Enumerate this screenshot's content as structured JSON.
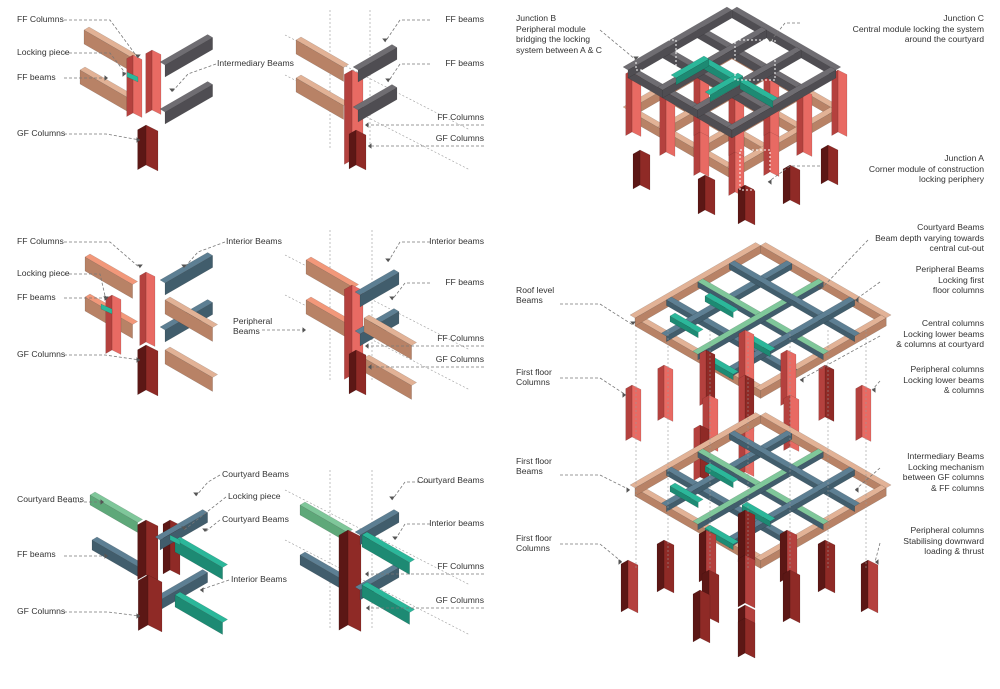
{
  "colors": {
    "ff_beam": "#e2b296",
    "ff_beam_side": "#b88266",
    "grey_beam": "#6f6d72",
    "grey_beam_side": "#4f4d52",
    "column_red": "#e86a63",
    "column_side": "#b4413e",
    "gf_column": "#8f2a26",
    "gf_column_side": "#5c1715",
    "interior_blue": "#5d7f93",
    "interior_blue_side": "#415d6c",
    "peripheral_orange": "#f2987a",
    "courtyard_green": "#7fc79a",
    "teal": "#2bb79a",
    "teal_side": "#1d8a73",
    "leader": "#777777"
  },
  "labels": {
    "p1_ff_columns": "FF Columns",
    "p1_locking_piece": "Locking piece",
    "p1_ff_beams": "FF beams",
    "p1_gf_columns": "GF Columns",
    "p1_intermediary_beams": "Intermediary Beams",
    "p2_ff_beams_top": "FF beams",
    "p2_ff_beams_mid": "FF beams",
    "p2_ff_columns": "FF Columns",
    "p2_gf_columns": "GF Columns",
    "p3_ff_columns": "FF Columns",
    "p3_locking_piece": "Locking piece",
    "p3_ff_beams": "FF beams",
    "p3_gf_columns": "GF Columns",
    "p3_interior_beams": "Interior Beams",
    "p4_interior_beams": "Interior beams",
    "p4_peripheral_beams": "Peripheral\nBeams",
    "p4_ff_beams": "FF beams",
    "p4_ff_columns": "FF Columns",
    "p4_gf_columns": "GF Columns",
    "p5_courtyard_beams": "Courtyard Beams",
    "p5_ff_beams": "FF beams",
    "p5_gf_columns": "GF Columns",
    "p5_courtyard_beams_top": "Courtyard Beams",
    "p5_locking_piece": "Locking piece",
    "p5_courtyard_beams_mid": "Courtyard Beams",
    "p5_interior_beams": "Interior Beams",
    "p6_courtyard_beams": "Courtyard Beams",
    "p6_interior_beams": "Interior beams",
    "p6_ff_columns": "FF Columns",
    "p6_gf_columns": "GF Columns",
    "junction_b_title": "Junction B",
    "junction_b_desc": "Peripheral module\nbridging the locking\nsystem between A & C",
    "junction_c_title": "Junction C",
    "junction_c_desc": "Central module locking the system\naround the courtyard",
    "junction_a_title": "Junction A",
    "junction_a_desc": "Corner module of construction\nlocking periphery",
    "roof_level_beams": "Roof level\nBeams",
    "first_floor_columns_1": "First floor\nColumns",
    "first_floor_beams": "First floor\nBeams",
    "first_floor_columns_2": "First floor\nColumns",
    "courtyard_beams_title": "Courtyard Beams",
    "courtyard_beams_desc": "Beam depth varying towards\ncentral cut-out",
    "peripheral_beams_title": "Peripheral Beams",
    "peripheral_beams_desc": "Locking first\nfloor columns",
    "central_columns_title": "Central columns",
    "central_columns_desc": "Locking lower beams\n& columns at courtyard",
    "peripheral_columns_title": "Peripheral columns",
    "peripheral_columns_desc": "Locking lower beams\n& columns",
    "intermediary_beams_title": "Intermediary Beams",
    "intermediary_beams_desc": "Locking mechanism\nbetween GF columns\n& FF columns",
    "peripheral_columns2_title": "Peripheral columns",
    "peripheral_columns2_desc": "Stabilising downward\nloading & thrust"
  }
}
